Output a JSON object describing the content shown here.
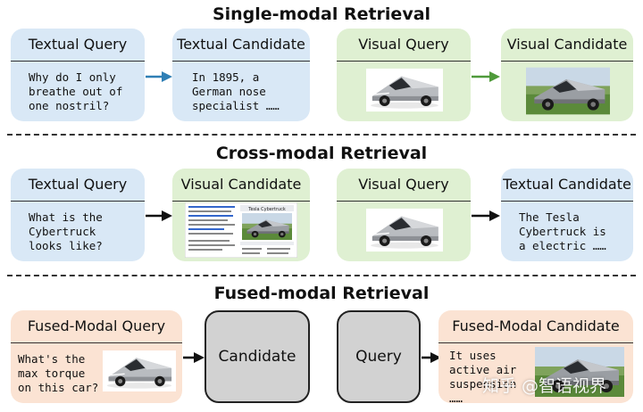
{
  "sections": {
    "single": "Single-modal Retrieval",
    "cross": "Cross-modal Retrieval",
    "fused": "Fused-modal Retrieval"
  },
  "row1": {
    "textual_query": {
      "title": "Textual Query",
      "text": "Why do I only\nbreathe out of\none nostril?"
    },
    "textual_candidate": {
      "title": "Textual Candidate",
      "text": "In 1895, a\nGerman nose\nspecialist ……"
    },
    "visual_query": {
      "title": "Visual Query"
    },
    "visual_candidate": {
      "title": "Visual Candidate"
    }
  },
  "row2": {
    "textual_query": {
      "title": "Textual Query",
      "text": "What is the\nCybertruck\nlooks like?"
    },
    "visual_candidate": {
      "title": "Visual Candidate",
      "doc_heading": "Tesla Cybertruck"
    },
    "visual_query": {
      "title": "Visual Query"
    },
    "textual_candidate": {
      "title": "Textual Candidate",
      "text": "The Tesla\nCybertruck is\na electric ……"
    }
  },
  "row3": {
    "fused_query": {
      "title": "Fused-Modal Query",
      "text": "What's the\nmax torque\non this car?"
    },
    "candidate_box": "Candidate",
    "query_box": "Query",
    "fused_candidate": {
      "title": "Fused-Modal Candidate",
      "text": "It uses\nactive air\nsuspension\n……"
    }
  },
  "watermark": "知乎 @智语视界",
  "colors": {
    "blue_card": "#d9e8f6",
    "green_card": "#dff0d2",
    "peach_card": "#fbe3d3",
    "gray_box": "#d2d2d2",
    "blue_arrow": "#2f7fb5",
    "green_arrow": "#4f9a3a"
  }
}
